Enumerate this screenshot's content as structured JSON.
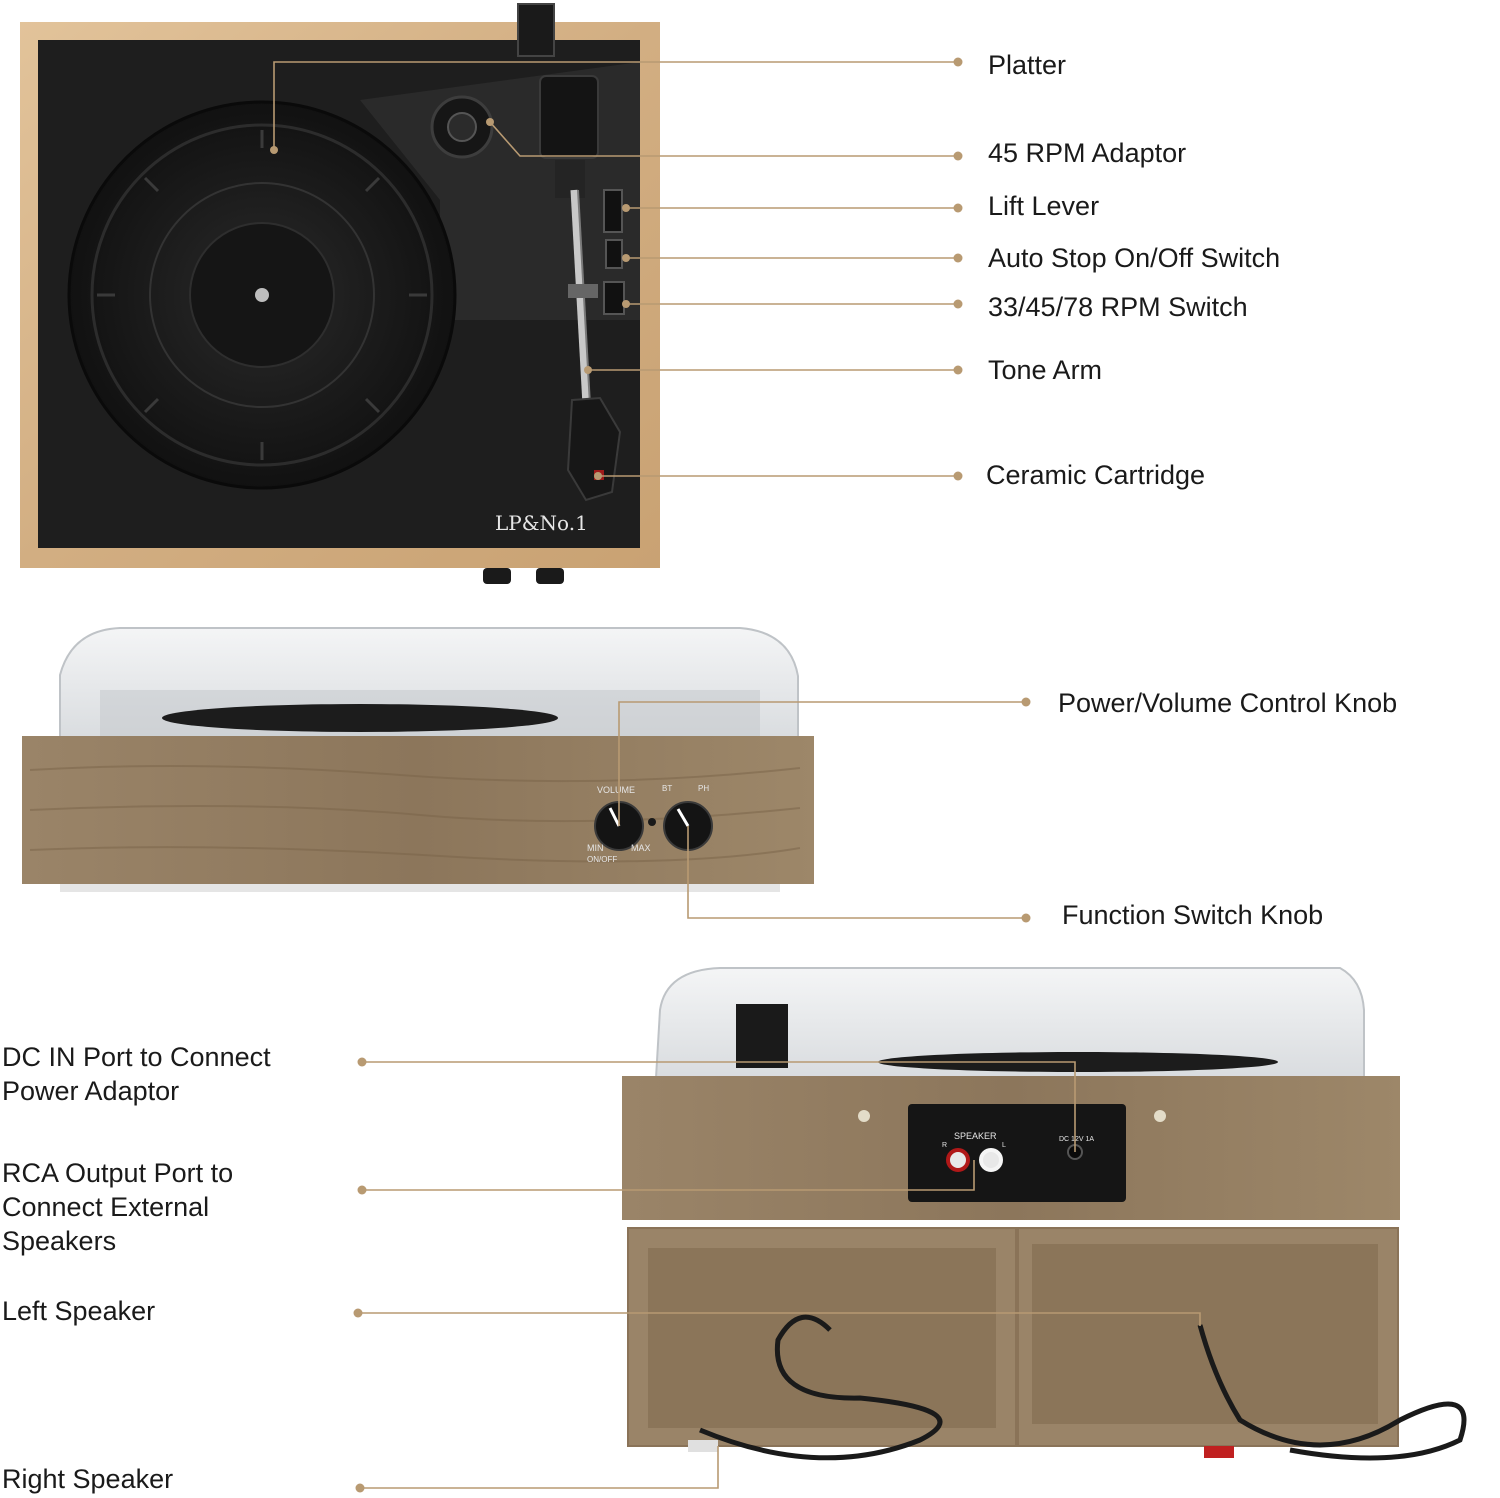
{
  "brand": {
    "logo_text": "LP&No.1"
  },
  "front_panel": {
    "volume_label": "VOLUME",
    "bt_label": "BT",
    "ph_label": "PH",
    "min_label": "MIN",
    "max_label": "MAX",
    "onoff_label": "ON/OFF"
  },
  "back_panel": {
    "speaker_label": "SPEAKER",
    "r_label": "R",
    "l_label": "L",
    "dc_label": "DC 12V 1A"
  },
  "callouts": {
    "platter": "Platter",
    "adaptor_45": "45 RPM Adaptor",
    "lift_lever": "Lift Lever",
    "auto_stop": "Auto Stop On/Off Switch",
    "rpm_switch": "33/45/78 RPM Switch",
    "tone_arm": "Tone Arm",
    "cartridge": "Ceramic Cartridge",
    "power_volume": "Power/Volume Control Knob",
    "function_switch": "Function Switch Knob",
    "dc_in": "DC IN Port to Connect Power Adaptor",
    "rca_output": "RCA Output Port to Connect External Speakers",
    "left_speaker": "Left Speaker",
    "right_speaker": "Right Speaker"
  },
  "colors": {
    "leader_line": "#b89a72",
    "wood_light": "#d7b58b",
    "wood_dark": "#8a7358",
    "deck": "#1c1c1c"
  }
}
